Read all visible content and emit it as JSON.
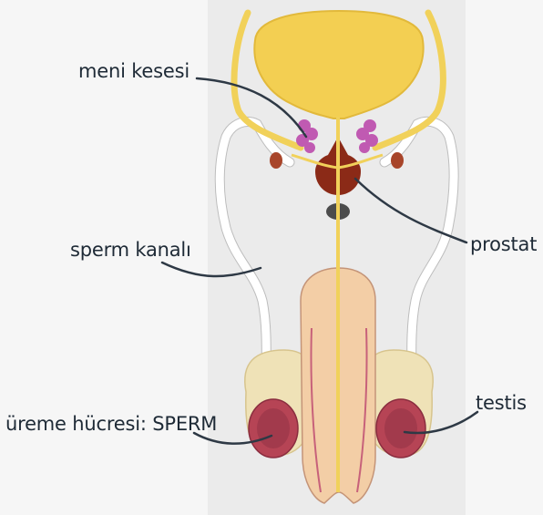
{
  "labels": {
    "seminal_vesicle": "meni kesesi",
    "vas_deferens": "sperm kanalı",
    "prostate": "prostat",
    "sperm_cell": "üreme hücresi: SPERM",
    "testis": "testis"
  },
  "colors": {
    "background": "#f6f6f6",
    "panel": "#ebebeb",
    "bladder": "#f3cf52",
    "duct": "#f1d15a",
    "vesicle": "#c05ab2",
    "prostate": "#8b2a17",
    "testis": "#b64455",
    "shaft": "#f3cea6",
    "leader": "#2e3945",
    "text": "#1e2a36"
  }
}
